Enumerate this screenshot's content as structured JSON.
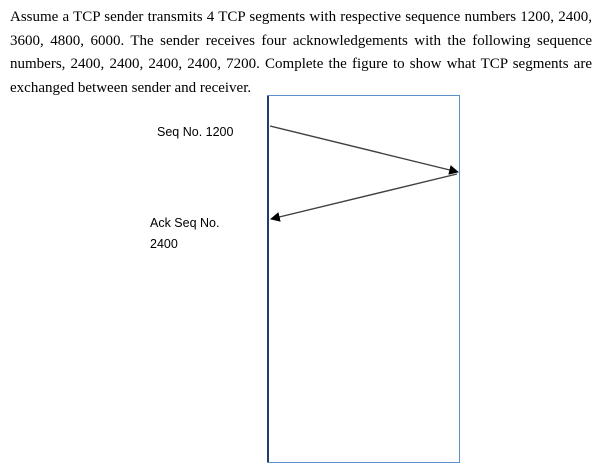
{
  "question": {
    "text": "Assume a TCP sender transmits 4 TCP segments with respective sequence numbers 1200, 2400, 3600, 4800, 6000. The sender receives four acknowledgements with the following sequence numbers, 2400, 2400, 2400, 2400, 7200. Complete the figure to show what TCP segments are exchanged between sender and receiver."
  },
  "diagram": {
    "segment_label": "Seq No. 1200",
    "ack_label_line1": "Ack Seq No.",
    "ack_label_line2": "2400",
    "colors": {
      "box_border": "#5b8fc9",
      "sender_line": "#1f3f6b",
      "arrow": "#404040"
    }
  }
}
